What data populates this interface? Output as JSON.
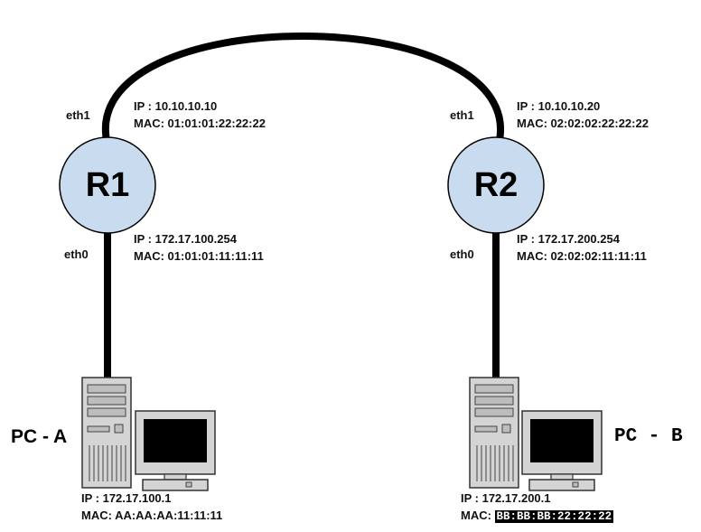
{
  "colors": {
    "router_fill": "#c9dbef",
    "link": "#000000",
    "pc_body": "#d4d4d4",
    "monitor_screen": "#000000"
  },
  "routers": {
    "r1": {
      "name": "R1",
      "eth1": {
        "label": "eth1",
        "ip": "IP : 10.10.10.10",
        "mac": "MAC: 01:01:01:22:22:22"
      },
      "eth0": {
        "label": "eth0",
        "ip": "IP : 172.17.100.254",
        "mac": "MAC: 01:01:01:11:11:11"
      }
    },
    "r2": {
      "name": "R2",
      "eth1": {
        "label": "eth1",
        "ip": "IP : 10.10.10.20",
        "mac": "MAC: 02:02:02:22:22:22"
      },
      "eth0": {
        "label": "eth0",
        "ip": "IP : 172.17.200.254",
        "mac": "MAC: 02:02:02:11:11:11"
      }
    }
  },
  "pcs": {
    "a": {
      "name": "PC - A",
      "ip": "IP : 172.17.100.1",
      "mac": "MAC: AA:AA:AA:11:11:11"
    },
    "b": {
      "name": "PC - B",
      "ip": "IP : 172.17.200.1",
      "mac_label": "MAC: ",
      "mac_value": "BB:BB:BB:22:22:22"
    }
  }
}
